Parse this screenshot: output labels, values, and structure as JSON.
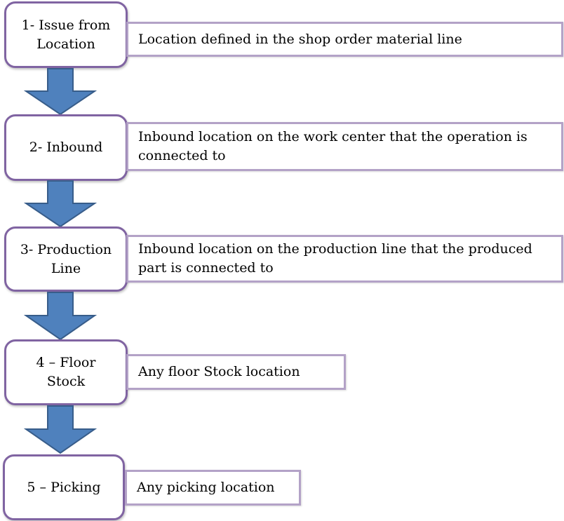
{
  "steps": [
    {
      "label": "1- Issue from\nLocation",
      "description": "Location defined in the shop order material line"
    },
    {
      "label": "2- Inbound",
      "description": "Inbound location on the work center that the operation is connected to"
    },
    {
      "label": "3- Production\nLine",
      "description": "Inbound location on the production line that the produced part is connected to"
    },
    {
      "label": "4 – Floor\nStock",
      "description": "Any floor Stock location"
    },
    {
      "label": "5 – Picking",
      "description": "Any picking location"
    }
  ],
  "colors": {
    "step_border": "#8064a2",
    "description_border": "#b3a2c7",
    "arrow_fill": "#4f81bd",
    "arrow_stroke": "#385d8a"
  },
  "icons": {
    "connector": "down-arrow-icon"
  }
}
